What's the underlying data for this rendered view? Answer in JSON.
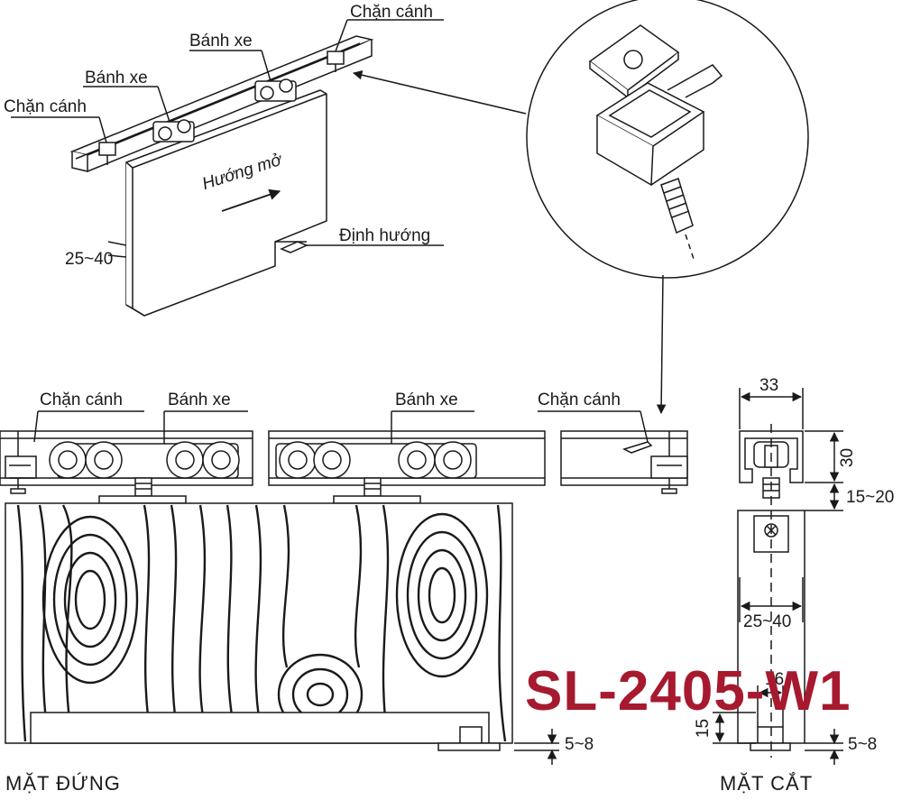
{
  "labels": {
    "door_stopper": "Chặn cánh",
    "wheel": "Bánh xe",
    "opening_direction": "Hướng mở",
    "guide": "Định hướng",
    "thickness_range": "25~40"
  },
  "dimensions": {
    "track_width": "33",
    "track_height": "30",
    "hanger_gap": "15~20",
    "door_thickness": "25~40",
    "guide_width": "16",
    "guide_height": "15",
    "floor_gap": "5~8"
  },
  "model_code": "SL-2405-W1",
  "captions": {
    "elevation": "MẶT ĐỨNG",
    "section": "MẶT CẮT"
  },
  "colors": {
    "line": "#1a1a1a",
    "model_code": "#a6192e",
    "panel_fill": "#ffffff"
  }
}
